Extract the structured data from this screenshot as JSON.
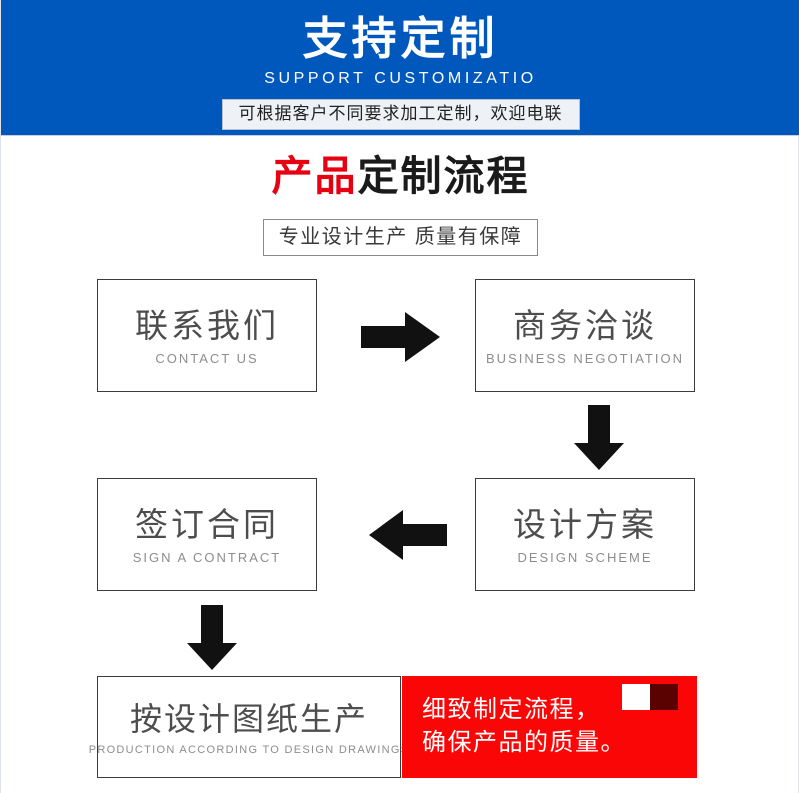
{
  "banner": {
    "title": "支持定制",
    "subtitle": "SUPPORT CUSTOMIZATIO",
    "pill": "可根据客户不同要求加工定制，欢迎电联",
    "bg_color": "#0058bd"
  },
  "section": {
    "title_red": "产品",
    "title_black": "定制流程",
    "subtitle": "专业设计生产 质量有保障",
    "red_color": "#e60012"
  },
  "flow": {
    "steps": [
      {
        "cn": "联系我们",
        "en": "CONTACT US"
      },
      {
        "cn": "商务洽谈",
        "en": "BUSINESS  NEGOTIATION"
      },
      {
        "cn": "设计方案",
        "en": "DESIGN  SCHEME"
      },
      {
        "cn": "签订合同",
        "en": "SIGN A CONTRACT"
      },
      {
        "cn": "按设计图纸生产",
        "en": "PRODUCTION  ACCORDING  TO  DESIGN  DRAWINGS"
      }
    ],
    "arrows": [
      {
        "name": "arrow-right-icon",
        "direction": "right"
      },
      {
        "name": "arrow-down-icon",
        "direction": "down"
      },
      {
        "name": "arrow-left-icon",
        "direction": "left"
      },
      {
        "name": "arrow-down-icon",
        "direction": "down"
      }
    ]
  },
  "note": {
    "line1": "细致制定流程，",
    "line2": "确保产品的质量。",
    "bg_color": "#fb0606",
    "swatch_light": "#ffffff",
    "swatch_dark": "#5a0202"
  }
}
